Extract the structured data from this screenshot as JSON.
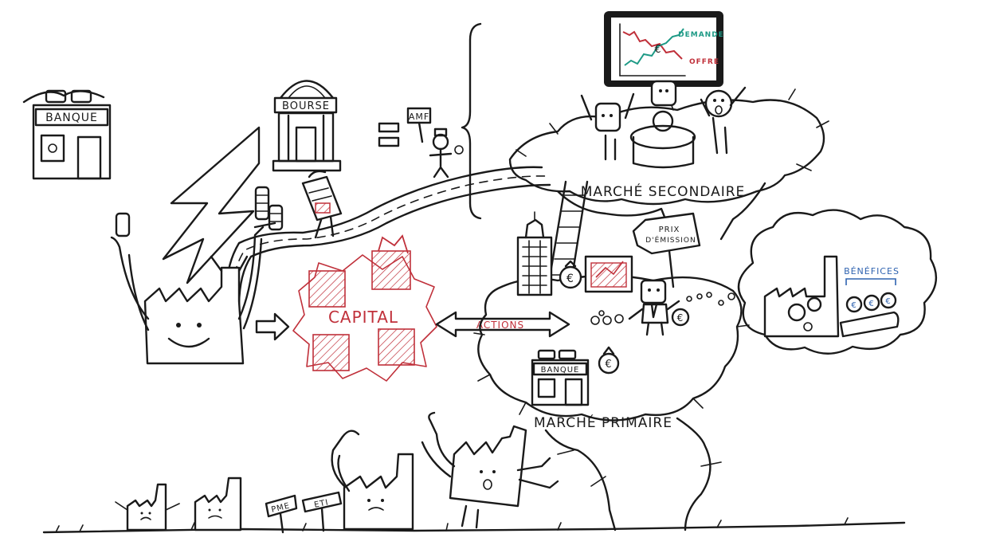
{
  "labels": {
    "banque_top": "BANQUE",
    "bourse": "BOURSE",
    "amf": "AMF",
    "capital": "CAPITAL",
    "actions": "ACTIONS",
    "marche_secondaire": "MARCHÉ SECONDAIRE",
    "marche_primaire": "MARCHÉ PRIMAIRE",
    "prix_emission_line1": "PRIX",
    "prix_emission_line2": "D'ÉMISSION",
    "benefices": "BÉNÉFICES",
    "banque_bottom": "BANQUE",
    "pme": "PME",
    "eti": "ETI"
  },
  "screen": {
    "demande": "DEMANDE",
    "offre": "OFFRE",
    "euro": "€"
  },
  "euro_symbol": "€",
  "colors": {
    "ink": "#1a1a1a",
    "red": "#c0303a",
    "blue": "#2f63b0",
    "teal": "#1e9a86"
  }
}
